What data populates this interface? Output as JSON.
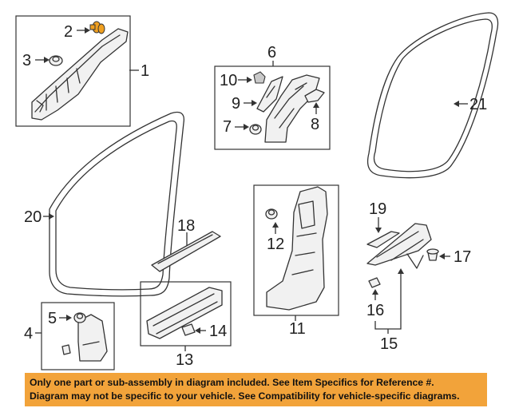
{
  "callouts": {
    "c1": "1",
    "c2": "2",
    "c3": "3",
    "c4": "4",
    "c5": "5",
    "c6": "6",
    "c7": "7",
    "c8": "8",
    "c9": "9",
    "c10": "10",
    "c11": "11",
    "c12": "12",
    "c13": "13",
    "c14": "14",
    "c15": "15",
    "c16": "16",
    "c17": "17",
    "c18": "18",
    "c19": "19",
    "c20": "20",
    "c21": "21"
  },
  "disclaimer": {
    "line1": "Only one part or sub-assembly in diagram included. See Item Specifics for Reference #.",
    "line2": "Diagram may not be specific to your vehicle. See Compatibility for vehicle-specific diagrams."
  },
  "colors": {
    "banner": "#f2a33a",
    "highlight_part": "#f0a020"
  }
}
